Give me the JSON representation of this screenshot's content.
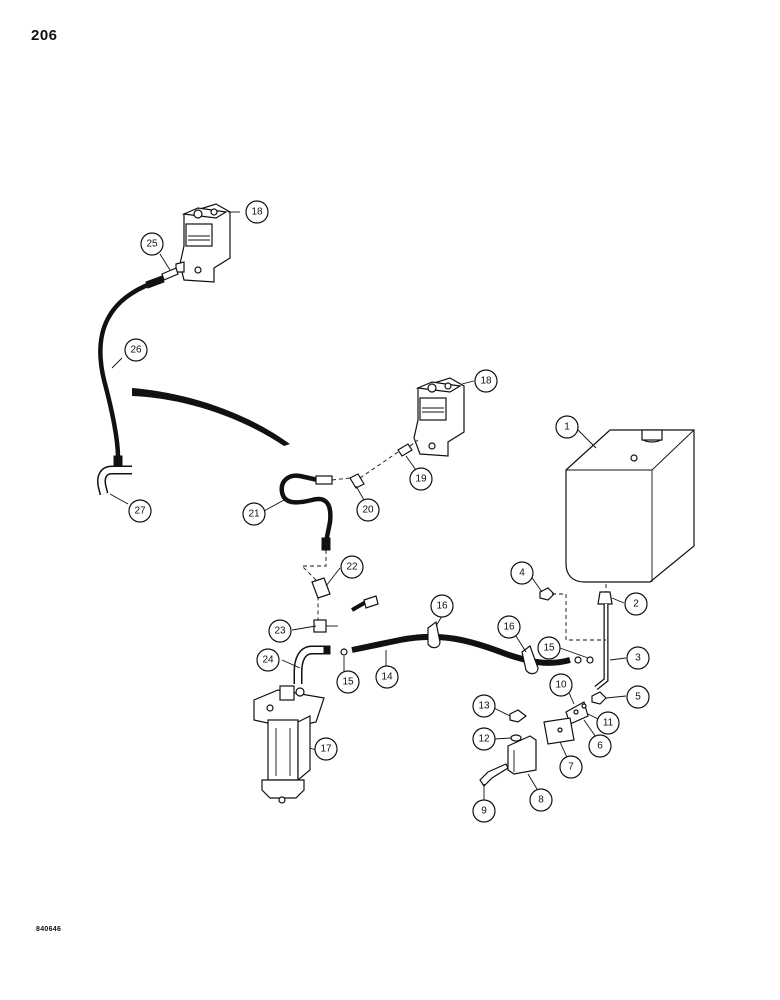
{
  "page": {
    "number": "206",
    "drawing_id": "840646"
  },
  "callouts": [
    {
      "id": "c1",
      "label": "1"
    },
    {
      "id": "c2",
      "label": "2"
    },
    {
      "id": "c3",
      "label": "3"
    },
    {
      "id": "c4",
      "label": "4"
    },
    {
      "id": "c5",
      "label": "5"
    },
    {
      "id": "c6",
      "label": "6"
    },
    {
      "id": "c7",
      "label": "7"
    },
    {
      "id": "c8",
      "label": "8"
    },
    {
      "id": "c9",
      "label": "9"
    },
    {
      "id": "c10",
      "label": "10"
    },
    {
      "id": "c11",
      "label": "11"
    },
    {
      "id": "c12",
      "label": "12"
    },
    {
      "id": "c13",
      "label": "13"
    },
    {
      "id": "c14",
      "label": "14"
    },
    {
      "id": "c15a",
      "label": "15"
    },
    {
      "id": "c15b",
      "label": "15"
    },
    {
      "id": "c16a",
      "label": "16"
    },
    {
      "id": "c16b",
      "label": "16"
    },
    {
      "id": "c17",
      "label": "17"
    },
    {
      "id": "c18a",
      "label": "18"
    },
    {
      "id": "c18b",
      "label": "18"
    },
    {
      "id": "c19",
      "label": "19"
    },
    {
      "id": "c20",
      "label": "20"
    },
    {
      "id": "c21",
      "label": "21"
    },
    {
      "id": "c22",
      "label": "22"
    },
    {
      "id": "c23",
      "label": "23"
    },
    {
      "id": "c24",
      "label": "24"
    },
    {
      "id": "c25",
      "label": "25"
    },
    {
      "id": "c26",
      "label": "26"
    },
    {
      "id": "c27",
      "label": "27"
    }
  ]
}
